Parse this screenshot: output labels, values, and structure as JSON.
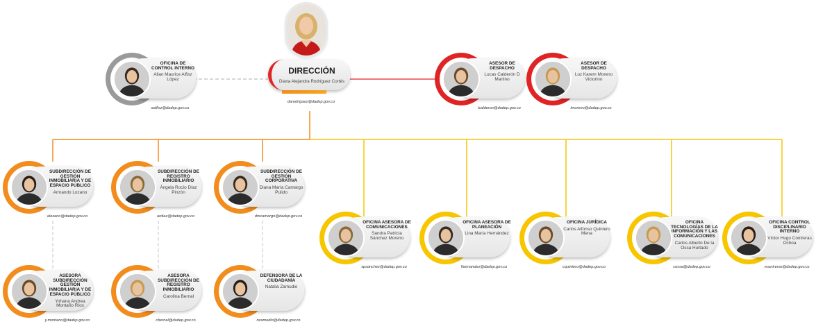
{
  "colors": {
    "red": "#e02424",
    "orange": "#f28c1c",
    "yellow": "#f7c600",
    "gray": "#9a9a9a"
  },
  "director": {
    "title": "DIRECCIÓN",
    "name": "Diana Alejandra Rodríguez Cortés",
    "email": "darodriguez@dadep.gov.co"
  },
  "control_interno": {
    "title": "OFICINA DE CONTROL INTERNO",
    "name": "Allan Maurice Alfisz López",
    "email": "aalfisz@dadep.gov.co",
    "ring": "gray"
  },
  "asesor1": {
    "title": "ASESOR DE DESPACHO",
    "name": "Lucas Calderón D Martino",
    "email": "lcalderon@dadep.gov.co",
    "ring": "red"
  },
  "asesor2": {
    "title": "ASESOR DE DESPACHO",
    "name": "Luz Karem Moreno Victorino",
    "email": "lmoreno@dadep.gov.co",
    "ring": "red"
  },
  "sub_gestion": {
    "title": "SUBDIRECCIÓN DE GESTIÓN INMOBILIARIA Y DE ESPACIO PÚBLICO",
    "name": "Armando Lozano",
    "email": "alozano@dadep.gov.co",
    "ring": "orange"
  },
  "sub_registro": {
    "title": "SUBDIRECCIÓN DE REGISTRO INMOBILIARIO",
    "name": "Ángela Rocío Díaz Pinzón",
    "email": "ardiaz@dadep.gov.co",
    "ring": "orange"
  },
  "sub_corporativa": {
    "title": "SUBDIRECCIÓN DE GESTIÓN CORPORATIVA",
    "name": "Diana María Camargo Pulido",
    "email": "dmcamargo@dadep.gov.co",
    "ring": "orange"
  },
  "asesora_gestion": {
    "title": "ASESORA SUBDIRECCIÓN GESTIÓN INMOBILIARIA Y DE ESPACIO PÚBLICO",
    "name": "Yohana Andrea Montaño Ríos",
    "email": "y.montano@dadep.gov.co",
    "ring": "orange"
  },
  "asesora_registro": {
    "title": "ASESORA SUBDIRECCIÓN DE REGISTRO INMOBILIARIO",
    "name": "Carolina Bernal",
    "email": "cbernal@dadep.gov.co",
    "ring": "orange"
  },
  "defensora": {
    "title": "DEFENSORA DE LA CIUDADANÍA",
    "name": "Natalia Zamudio",
    "email": "nzamudio@dadep.gov.co",
    "ring": "orange"
  },
  "comunicaciones": {
    "title": "OFICINA ASESORA DE COMUNICACIONES",
    "name": "Sandra Patricia Sánchez Moreno",
    "email": "spsanchez@dadep.gov.co",
    "ring": "yellow"
  },
  "planeacion": {
    "title": "OFICINA ASESORA DE PLANEACIÓN",
    "name": "Lina María Hernández",
    "email": "lhernandez@dadep.gov.co",
    "ring": "yellow"
  },
  "juridica": {
    "title": "OFICINA JURÍDICA",
    "name": "Carlos Alfonso Quintero Mena",
    "email": "cquintero@dadep.gov.co",
    "ring": "yellow"
  },
  "tic": {
    "title": "OFICINA TECNOLOGÍAS DE LA INFORMACIÓN Y LAS COMUNICACIONES",
    "name": "Carlos Alberto De la Ossa Hurtado",
    "email": "cossa@dadep.gov.co",
    "ring": "yellow"
  },
  "disciplinario": {
    "title": "OFICINA CONTROL DISCIPLINARIO INTERNO",
    "name": "Víctor Hugo Contreras Ochoa",
    "email": "vcontreras@dadep.gov.co",
    "ring": "yellow"
  }
}
